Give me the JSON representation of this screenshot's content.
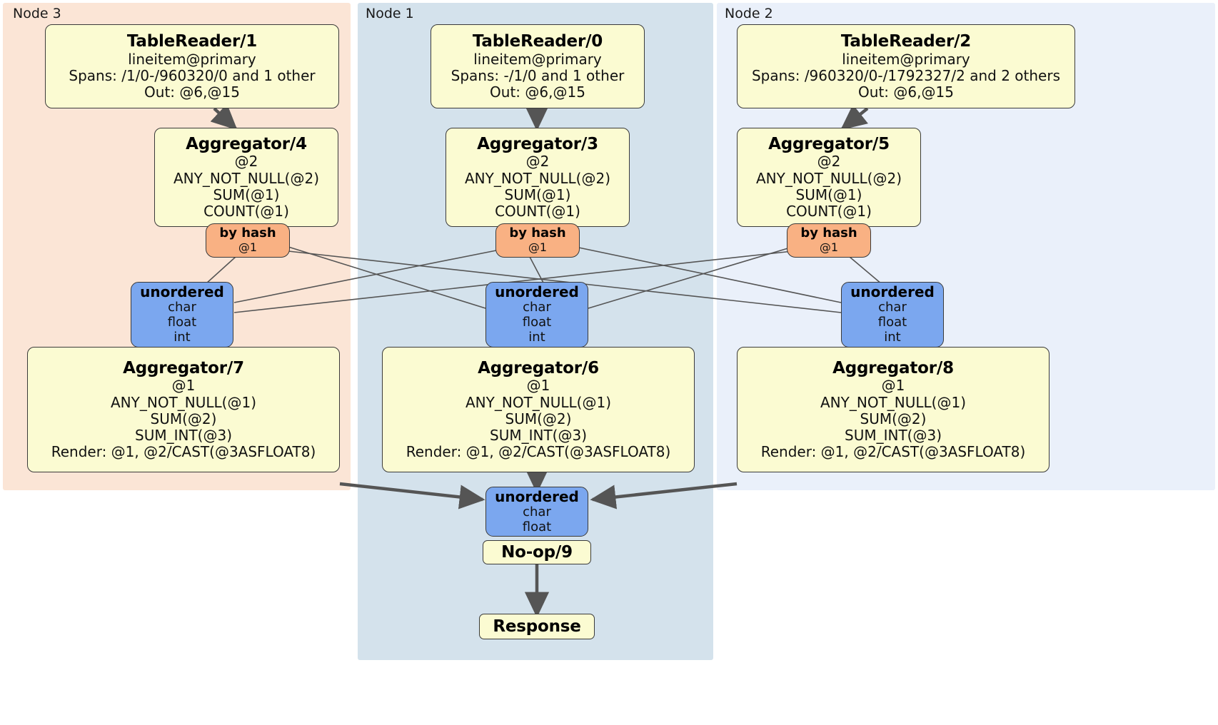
{
  "diagram": {
    "kind": "distributed-query-plan",
    "colors": {
      "node3_bg": "#fbe5d6",
      "node1_bg": "#d4e2ec",
      "node2_bg": "#eaf0fa",
      "processor_bg": "#fbfbd2",
      "router_bg": "#f9b183",
      "stream_bg": "#7ba7ef",
      "edge": "#555555",
      "border": "#3a3a3a"
    }
  },
  "regions": [
    {
      "id": "node3",
      "label": "Node 3"
    },
    {
      "id": "node1",
      "label": "Node 1"
    },
    {
      "id": "node2",
      "label": "Node 2"
    }
  ],
  "processors": {
    "table_reader_1": {
      "title": "TableReader/1",
      "lines": [
        "lineitem@primary",
        "Spans: /1/0-/960320/0 and 1 other",
        "Out: @6,@15"
      ]
    },
    "table_reader_0": {
      "title": "TableReader/0",
      "lines": [
        "lineitem@primary",
        "Spans: -/1/0 and 1 other",
        "Out: @6,@15"
      ]
    },
    "table_reader_2": {
      "title": "TableReader/2",
      "lines": [
        "lineitem@primary",
        "Spans: /960320/0-/1792327/2 and 2 others",
        "Out: @6,@15"
      ]
    },
    "aggregator_4": {
      "title": "Aggregator/4",
      "lines": [
        "@2",
        "ANY_NOT_NULL(@2)",
        "SUM(@1)",
        "COUNT(@1)"
      ]
    },
    "aggregator_3": {
      "title": "Aggregator/3",
      "lines": [
        "@2",
        "ANY_NOT_NULL(@2)",
        "SUM(@1)",
        "COUNT(@1)"
      ]
    },
    "aggregator_5": {
      "title": "Aggregator/5",
      "lines": [
        "@2",
        "ANY_NOT_NULL(@2)",
        "SUM(@1)",
        "COUNT(@1)"
      ]
    },
    "aggregator_7": {
      "title": "Aggregator/7",
      "lines": [
        "@1",
        "ANY_NOT_NULL(@1)",
        "SUM(@2)",
        "SUM_INT(@3)",
        "Render: @1, @2/CAST(@3ASFLOAT8)"
      ]
    },
    "aggregator_6": {
      "title": "Aggregator/6",
      "lines": [
        "@1",
        "ANY_NOT_NULL(@1)",
        "SUM(@2)",
        "SUM_INT(@3)",
        "Render: @1, @2/CAST(@3ASFLOAT8)"
      ]
    },
    "aggregator_8": {
      "title": "Aggregator/8",
      "lines": [
        "@1",
        "ANY_NOT_NULL(@1)",
        "SUM(@2)",
        "SUM_INT(@3)",
        "Render: @1, @2/CAST(@3ASFLOAT8)"
      ]
    },
    "noop_9": {
      "title": "No-op/9",
      "lines": []
    },
    "response": {
      "title": "Response",
      "lines": []
    }
  },
  "routers": {
    "by_hash_left": {
      "title": "by hash",
      "detail": "@1"
    },
    "by_hash_center": {
      "title": "by hash",
      "detail": "@1"
    },
    "by_hash_right": {
      "title": "by hash",
      "detail": "@1"
    }
  },
  "streams": {
    "unordered_left": {
      "title": "unordered",
      "types": [
        "char",
        "float",
        "int"
      ]
    },
    "unordered_center": {
      "title": "unordered",
      "types": [
        "char",
        "float",
        "int"
      ]
    },
    "unordered_right": {
      "title": "unordered",
      "types": [
        "char",
        "float",
        "int"
      ]
    },
    "unordered_final": {
      "title": "unordered",
      "types": [
        "char",
        "float"
      ]
    }
  }
}
